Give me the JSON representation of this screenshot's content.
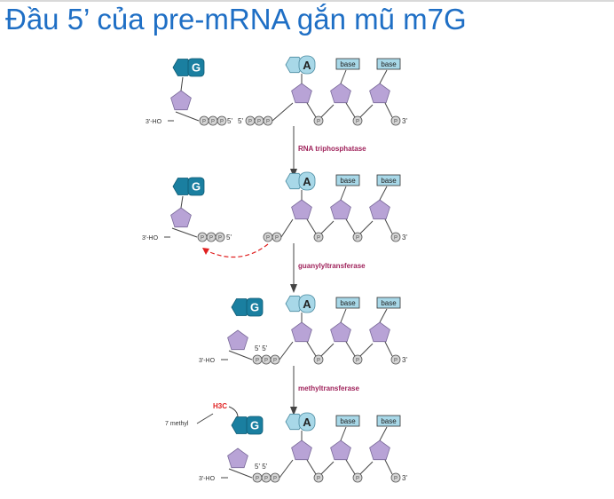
{
  "title": "Đầu 5’ của pre-mRNA gắn mũ m7G",
  "labels": {
    "g": "G",
    "a": "A",
    "base": "base",
    "p": "P",
    "ho3": "3'-HO",
    "end5": "5'",
    "end3": "3'",
    "link55": "5' 5'",
    "methyl_text": "7 methyl",
    "h3c": "H3C"
  },
  "enzymes": {
    "step1": "RNA triphosphatase",
    "step2": "guanylyltransferase",
    "step3": "methyltransferase"
  },
  "colors": {
    "title": "#1f6fc5",
    "guanine": "#1a7fa0",
    "adenine": "#a8d8e8",
    "sugar": "#b8a3d6",
    "phosphate": "#d4d4d4",
    "enzyme": "#a0245c",
    "methyl": "#e02020"
  }
}
